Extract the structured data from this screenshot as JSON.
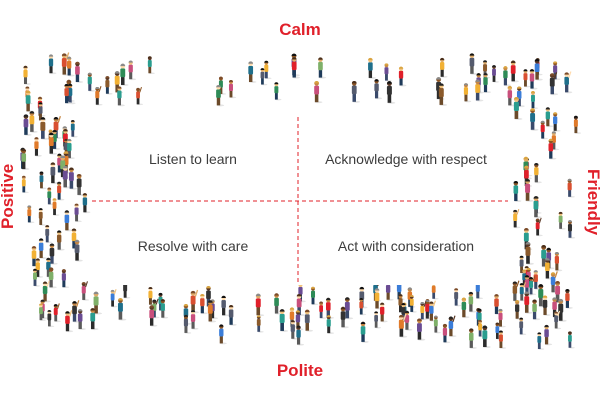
{
  "labels": {
    "top": "Calm",
    "bottom": "Polite",
    "left": "Positive",
    "right": "Friendly"
  },
  "quadrants": {
    "top_left": "Listen to learn",
    "top_right": "Acknowledge with respect",
    "bottom_left": "Resolve with care",
    "bottom_right": "Act with consideration"
  },
  "colors": {
    "accent": "#e0202a",
    "divider": "#e0202a",
    "text": "#3c3c3c",
    "background": "#ffffff"
  },
  "illustration": {
    "subject": "crowd-of-people-frame"
  }
}
